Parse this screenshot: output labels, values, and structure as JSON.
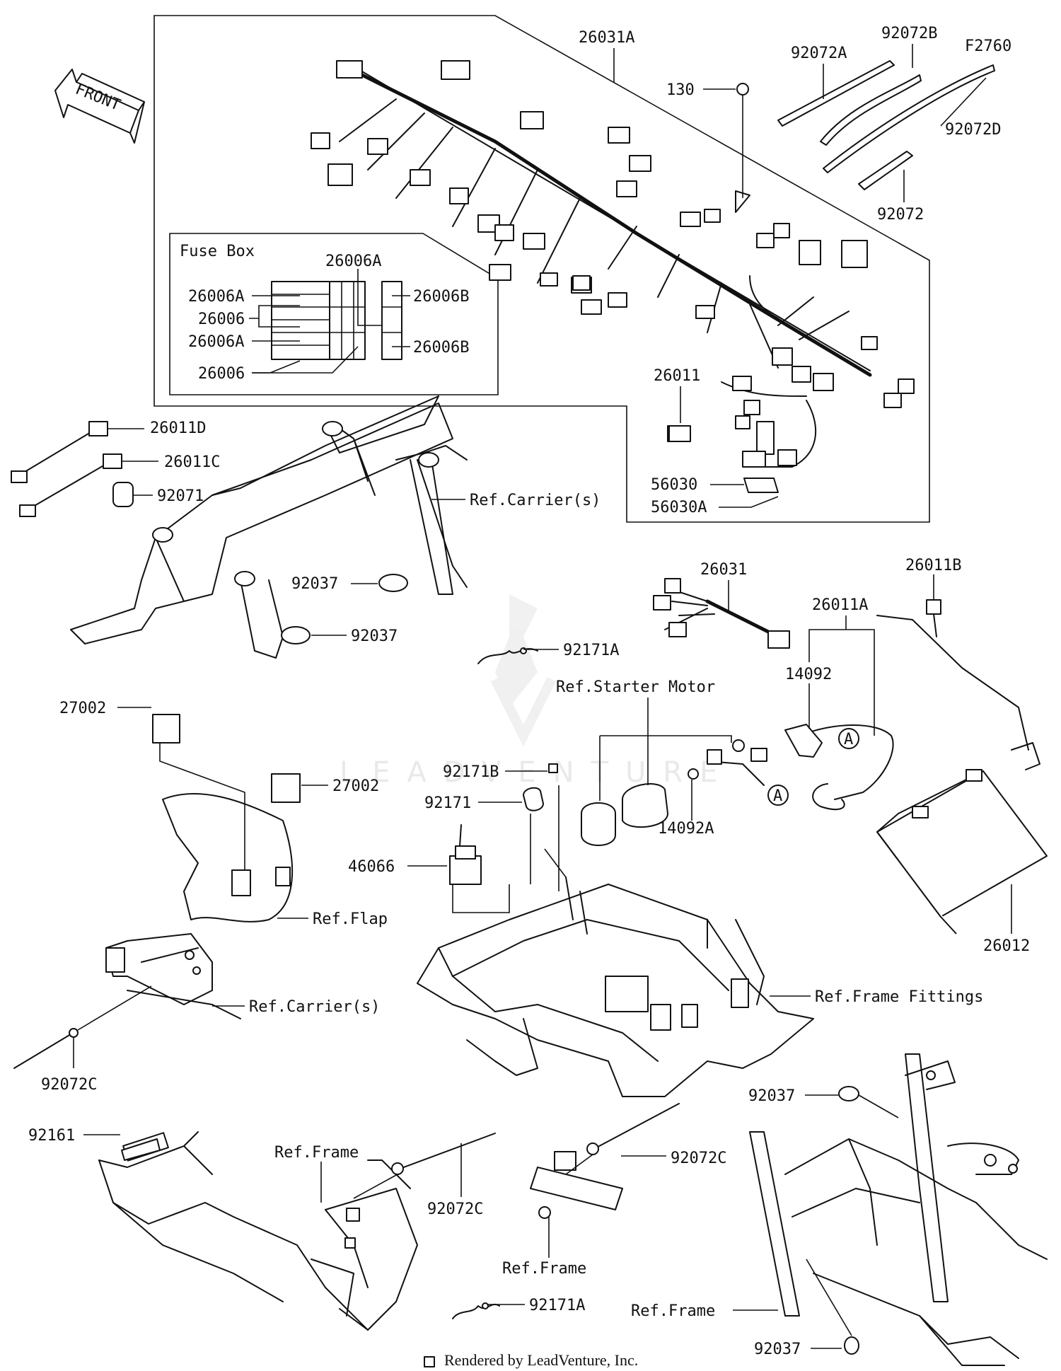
{
  "diagram": {
    "labels": {
      "p26031A": "26031A",
      "p92072A": "92072A",
      "p92072B": "92072B",
      "pF2760": "F2760",
      "p130": "130",
      "p92072D": "92072D",
      "p92072": "92072",
      "fuse_title": "Fuse Box",
      "fb26006A_top": "26006A",
      "fb26006A_1": "26006A",
      "fb26006_1": "26006",
      "fb26006A_2": "26006A",
      "fb26006_2": "26006",
      "fb26006B_1": "26006B",
      "fb26006B_2": "26006B",
      "p26011": "26011",
      "p56030": "56030",
      "p56030A": "56030A",
      "p26011D": "26011D",
      "p26011C": "26011C",
      "p92071": "92071",
      "ref_carrier_1": "Ref.Carrier(s)",
      "p92037_1": "92037",
      "p92037_2": "92037",
      "p26031": "26031",
      "p26011B": "26011B",
      "p26011A": "26011A",
      "p92171A_1": "92171A",
      "ref_starter": "Ref.Starter Motor",
      "p14092": "14092",
      "p27002_1": "27002",
      "p27002_2": "27002",
      "p92171B": "92171B",
      "p92171": "92171",
      "p14092A": "14092A",
      "p46066": "46066",
      "ref_flap": "Ref.Flap",
      "p26012": "26012",
      "ref_carrier_2": "Ref.Carrier(s)",
      "ref_frame_fittings": "Ref.Frame Fittings",
      "p92072C_1": "92072C",
      "p92037_3": "92037",
      "p92161": "92161",
      "ref_frame_1": "Ref.Frame",
      "p92072C_2": "92072C",
      "p92072C_3": "92072C",
      "ref_frame_2": "Ref.Frame",
      "p92171A_2": "92171A",
      "ref_frame_3": "Ref.Frame",
      "p92037_4": "92037",
      "callout_A": "A",
      "front": "FRONT"
    },
    "credit": "Rendered by LeadVenture, Inc.",
    "watermark": "LEADVENTURE"
  }
}
